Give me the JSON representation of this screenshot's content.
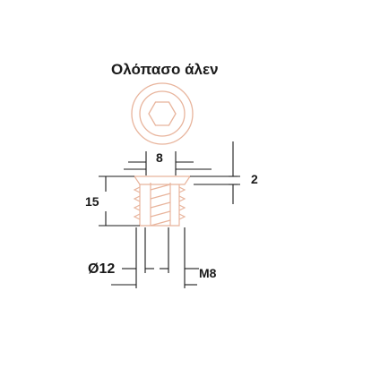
{
  "title": "Ολόπασο άλεν",
  "dimensions": {
    "head_width": "8",
    "head_height": "2",
    "length": "15",
    "outer_diameter": "Ø12",
    "thread": "M8"
  },
  "colors": {
    "part_outline": "#e8b49c",
    "dimension_lines": "#1a1a1a"
  }
}
